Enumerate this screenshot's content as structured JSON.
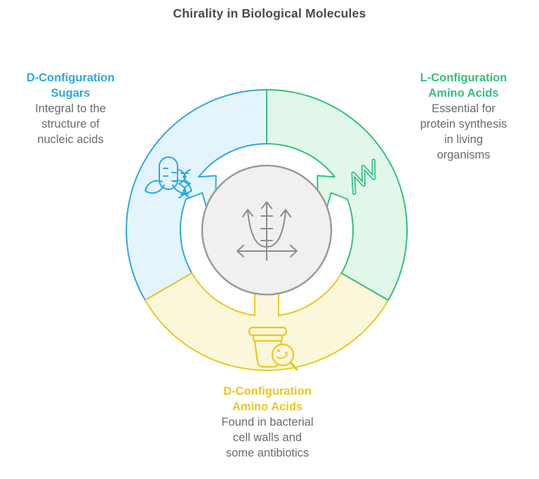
{
  "title": "Chirality in Biological Molecules",
  "colors": {
    "blue": "#2EA8E0",
    "blue_light": "#E4F4FC",
    "green": "#33C07C",
    "green_light": "#E1F7EA",
    "yellow": "#E7C91F",
    "yellow_light": "#FBF7DB",
    "center_circle_fill": "#F0F0F0",
    "center_circle_stroke": "#9B9B9B",
    "graph_stroke": "#8C8C8C",
    "title_text": "#4A4A4A",
    "body_text": "#6A6A6A"
  },
  "segments": [
    {
      "name": "d_configuration_sugars",
      "heading": [
        "D-Configuration",
        "Sugars"
      ],
      "description": [
        "Integral to the",
        "structure of",
        "nucleic acids"
      ],
      "stroke": "#2EA8E0",
      "fill": "#E4F4FC",
      "icon": "corn-dna-icon",
      "position": "left"
    },
    {
      "name": "l_configuration_amino_acids",
      "heading": [
        "L-Configuration",
        "Amino Acids"
      ],
      "description": [
        "Essential for",
        "protein synthesis",
        "in living",
        "organisms"
      ],
      "stroke": "#33C07C",
      "fill": "#E1F7EA",
      "icon": "protein-ribbon-icon",
      "position": "right"
    },
    {
      "name": "d_configuration_amino_acids",
      "heading": [
        "D-Configuration",
        "Amino Acids"
      ],
      "description": [
        "Found in bacterial",
        "cell walls and",
        "some antibiotics"
      ],
      "stroke": "#E7C91F",
      "fill": "#FBF7DB",
      "icon": "bacteria-magnifier-icon",
      "position": "bottom"
    }
  ],
  "center": {
    "icon": "axes-parabola-icon",
    "circle_fill": "#F0F0F0",
    "circle_stroke": "#9B9B9B",
    "graph_stroke": "#8C8C8C"
  }
}
